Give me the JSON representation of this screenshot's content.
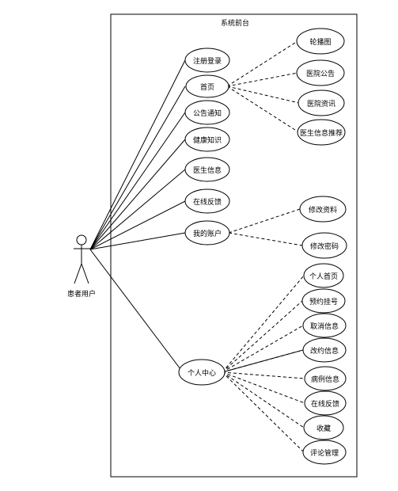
{
  "system": {
    "title": "系统前台"
  },
  "actor": {
    "label": "患者用户"
  },
  "use_cases": {
    "register_login": "注册登录",
    "home": "首页",
    "notice": "公告通知",
    "health": "健康知识",
    "doctor_info": "医生信息",
    "feedback": "在线反馈",
    "my_account": "我的账户",
    "personal_center": "个人中心"
  },
  "home_extensions": {
    "carousel": "轮播图",
    "hospital_notice": "医院公告",
    "hospital_news": "医院资讯",
    "doctor_recommend": "医生信息推荐"
  },
  "account_extensions": {
    "edit_profile": "修改资料",
    "change_password": "修改密码"
  },
  "center_extensions": {
    "personal_home": "个人首页",
    "appointment": "预约挂号",
    "cancel_info": "取消信息",
    "reschedule_info": "改约信息",
    "case_info": "病例信息",
    "online_feedback": "在线反馈",
    "favorites": "收藏",
    "comment_manage": "评论管理"
  }
}
